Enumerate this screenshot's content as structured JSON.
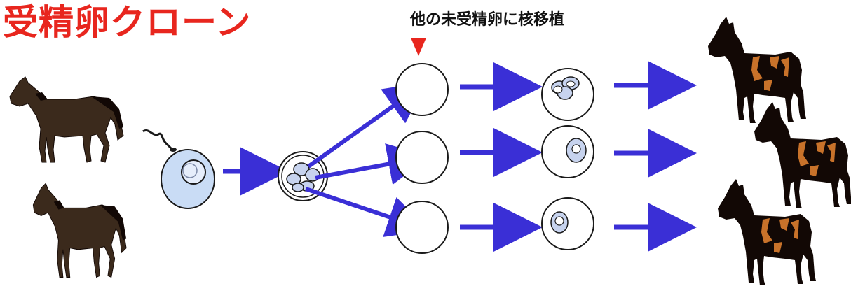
{
  "title": "受精卵クローン",
  "transfer_note": "他の未受精卵に核移植",
  "colors": {
    "title": "#e8261e",
    "arrow": "#3a2fd6",
    "marker": "#e8261e",
    "egg_fill": "#ffffff",
    "egg_stroke": "#1a1a1a",
    "zygote_fill": "#c9dcf5",
    "nucleus_fill": "#c7d3ee",
    "horse_brown": "#3b2a1c",
    "horse_dark": "#120805",
    "horse_highlight": "#c8722a"
  },
  "icons": [
    "horse-icon",
    "sperm-icon",
    "egg-icon",
    "nucleus-icon",
    "red-triangle-marker"
  ]
}
